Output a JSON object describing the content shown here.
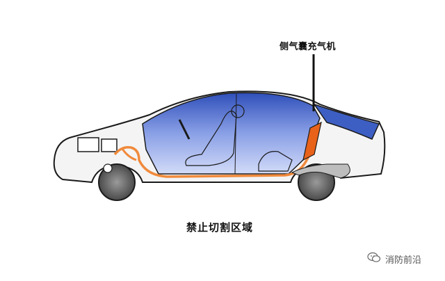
{
  "labels": {
    "airbag_inflator": "侧气囊充气机",
    "no_cut_zone": "禁止切割区域"
  },
  "watermark": {
    "text": "消防前沿",
    "icon": "wechat-chat-icon"
  },
  "colors": {
    "cabin_blue": "#3d5fc4",
    "cabin_light": "#c9d4f6",
    "inflator_orange": "#e8621a",
    "hazard_line": "#f08a3c",
    "body_outline": "#1a1a1a",
    "body_fill": "#f4f4f4"
  }
}
